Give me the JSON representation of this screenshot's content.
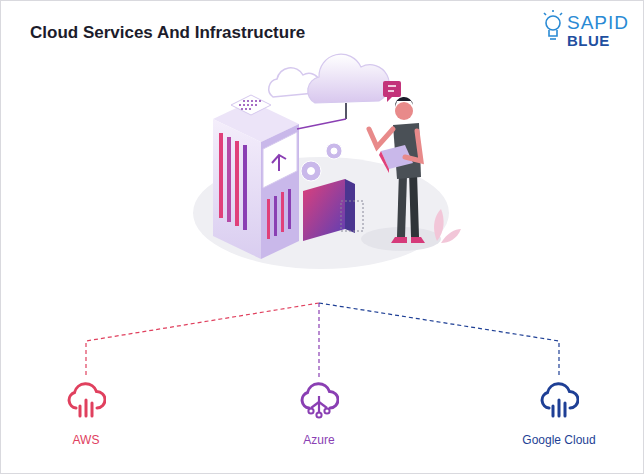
{
  "diagram": {
    "title": "Cloud Services And Infrastructure",
    "nodes": [
      {
        "text": [
          "AWS"
        ]
      },
      {
        "text": [
          "Azure"
        ]
      },
      {
        "text": [
          "Google Cloud"
        ]
      }
    ],
    "labels": [
      "SAPID",
      "BLUE"
    ]
  }
}
